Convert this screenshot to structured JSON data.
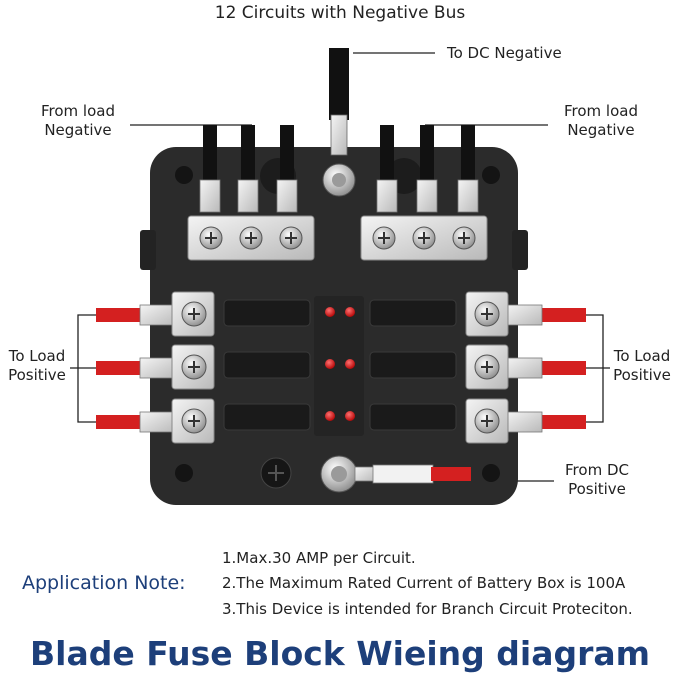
{
  "header": {
    "title": "12 Circuits with Negative Bus"
  },
  "labels": {
    "to_dc_negative": "To DC Negative",
    "from_load_negative_left_1": "From load",
    "from_load_negative_left_2": "Negative",
    "from_load_negative_right_1": "From load",
    "from_load_negative_right_2": "Negative",
    "to_load_positive_left_1": "To Load",
    "to_load_positive_left_2": "Positive",
    "to_load_positive_right_1": "To Load",
    "to_load_positive_right_2": "Positive",
    "from_dc_positive_1": "From DC",
    "from_dc_positive_2": "Positive"
  },
  "application_note": {
    "heading": "Application Note:",
    "lines": [
      "1.Max.30 AMP per Circuit.",
      "2.The Maximum Rated Current of Battery Box is 100A",
      "3.This Device is intended for Branch Circuit Proteciton."
    ]
  },
  "footer": {
    "title": "Blade Fuse Block Wieing diagram"
  },
  "colors": {
    "accent_blue": "#1d3f7a",
    "wire_red": "#d42020",
    "block_black": "#2b2b2b",
    "led_red": "#e02020"
  }
}
